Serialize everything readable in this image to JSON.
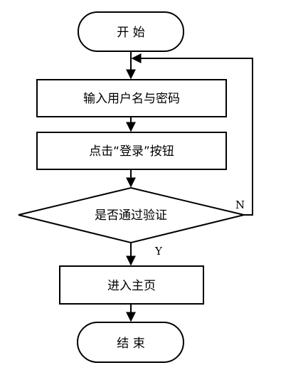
{
  "flowchart": {
    "start_label": "开 始",
    "input_label": "输入用户名与密码",
    "click_label": "点击“登录”按钮",
    "decision_label": "是否通过验证",
    "no_label": "N",
    "yes_label": "Y",
    "home_label": "进入主页",
    "end_label": "结 束"
  }
}
